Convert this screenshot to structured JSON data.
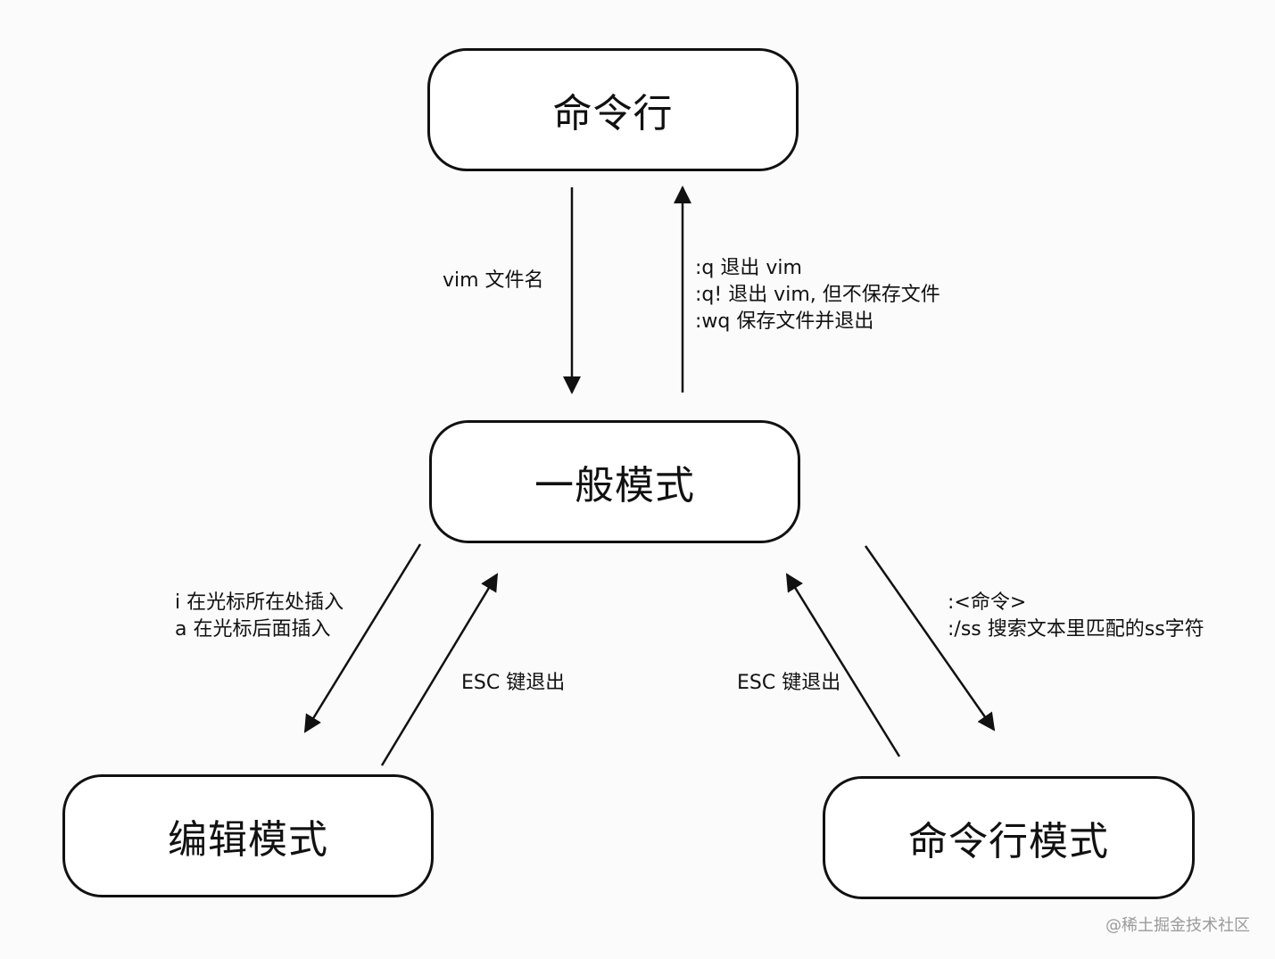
{
  "nodes": {
    "command_line": "命令行",
    "normal_mode": "一般模式",
    "edit_mode": "编辑模式",
    "cmdline_mode": "命令行模式"
  },
  "edges": {
    "open_file": "vim 文件名",
    "quit_lines": [
      ":q 退出 vim",
      ":q! 退出 vim, 但不保存文件",
      ":wq 保存文件并退出"
    ],
    "insert_lines": [
      "i 在光标所在处插入",
      "a 在光标后面插入"
    ],
    "esc_left": "ESC 键退出",
    "esc_right": "ESC 键退出",
    "command_lines": [
      ":<命令>",
      ":/ss 搜索文本里匹配的ss字符"
    ]
  },
  "watermark": "@稀土掘金技术社区"
}
